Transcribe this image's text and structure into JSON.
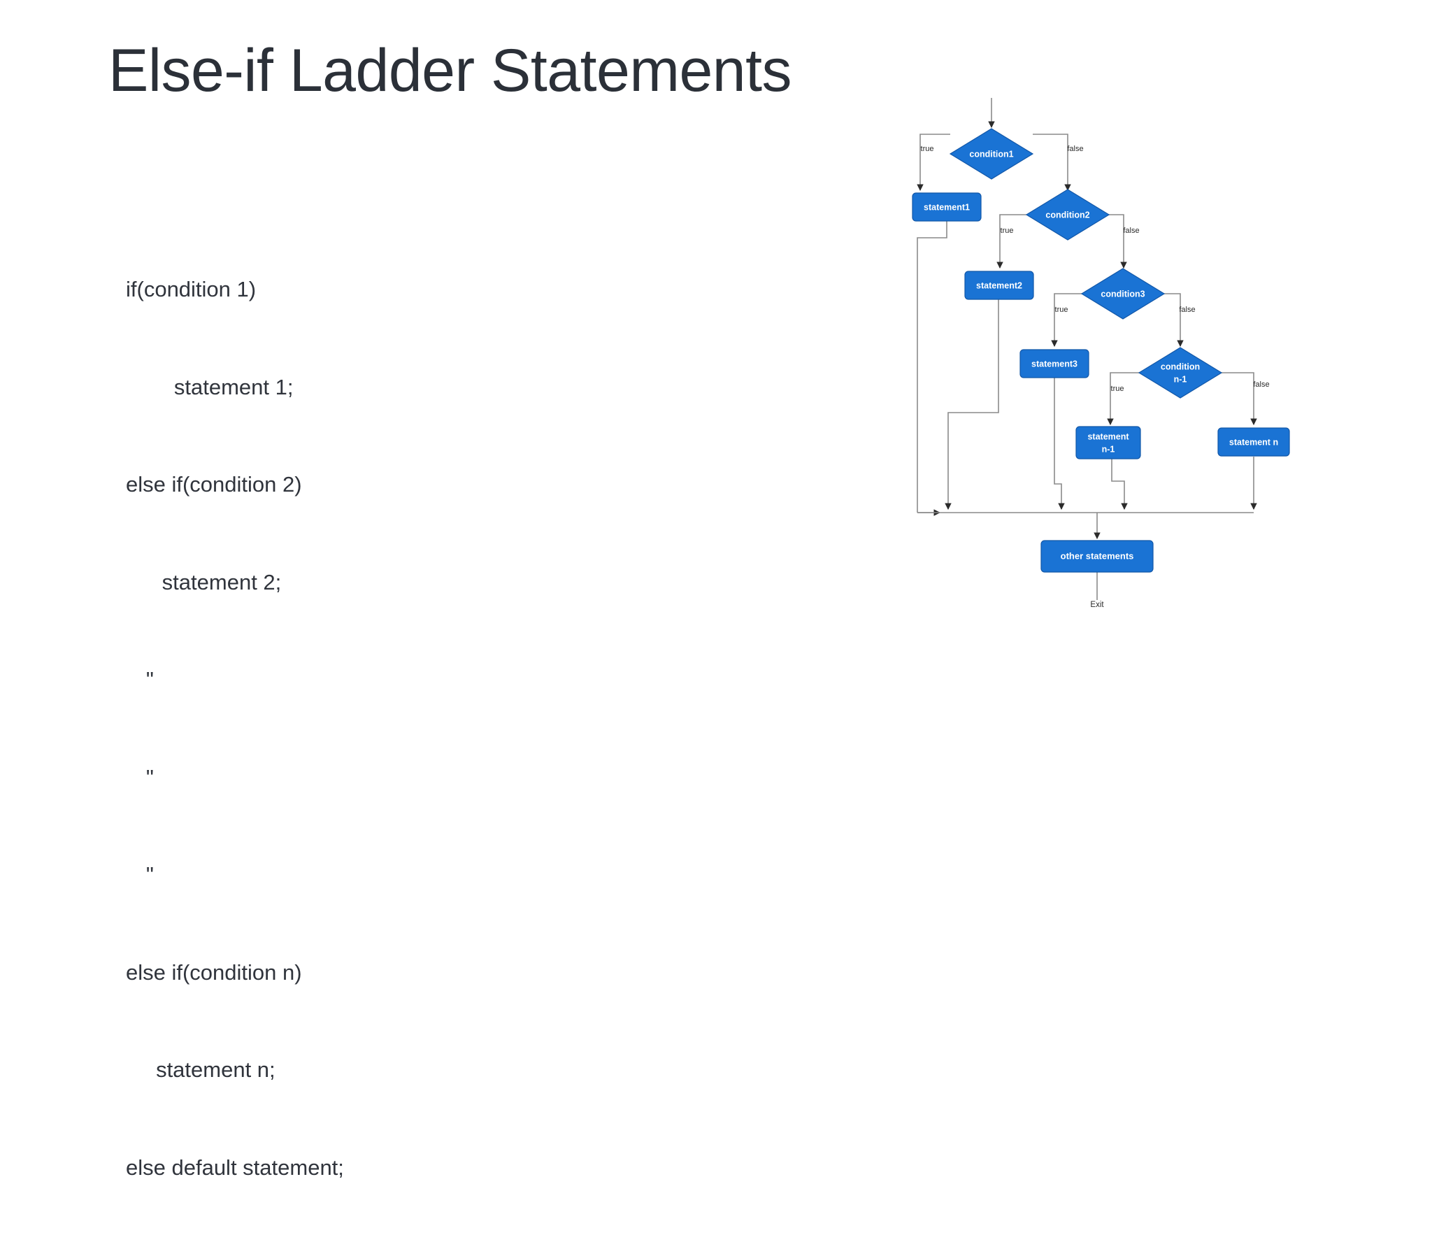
{
  "slide": {
    "title": "Else-if Ladder Statements",
    "background_color": "#ffffff",
    "title_color": "#2b3038"
  },
  "code_block": {
    "lines": [
      "if(condition 1)",
      "        statement 1;",
      "else if(condition 2)",
      "      statement 2;",
      "   \"",
      "   \"",
      "   \"",
      "else if(condition n)",
      "     statement n;",
      "else default statement;"
    ]
  },
  "flowchart": {
    "node_fill": "#1a73d4",
    "node_stroke": "#1257a8",
    "node_text_color": "#ffffff",
    "edge_color": "#8a8a8a",
    "arrow_color": "#2b2b2b",
    "nodes": {
      "condition1": "condition1",
      "condition2": "condition2",
      "condition3": "condition3",
      "condition_n1_line1": "condition",
      "condition_n1_line2": "n-1",
      "statement1": "statement1",
      "statement2": "statement2",
      "statement3": "statement3",
      "statement_n1_line1": "statement",
      "statement_n1_line2": "n-1",
      "statement_n": "statement n",
      "other_statements": "other statements"
    },
    "edge_labels": {
      "c1_true": "true",
      "c1_false": "false",
      "c2_true": "true",
      "c2_false": "false",
      "c3_true": "true",
      "c3_false": "false",
      "cn1_true": "true",
      "cn1_false": "false"
    },
    "exit_label": "Exit"
  }
}
